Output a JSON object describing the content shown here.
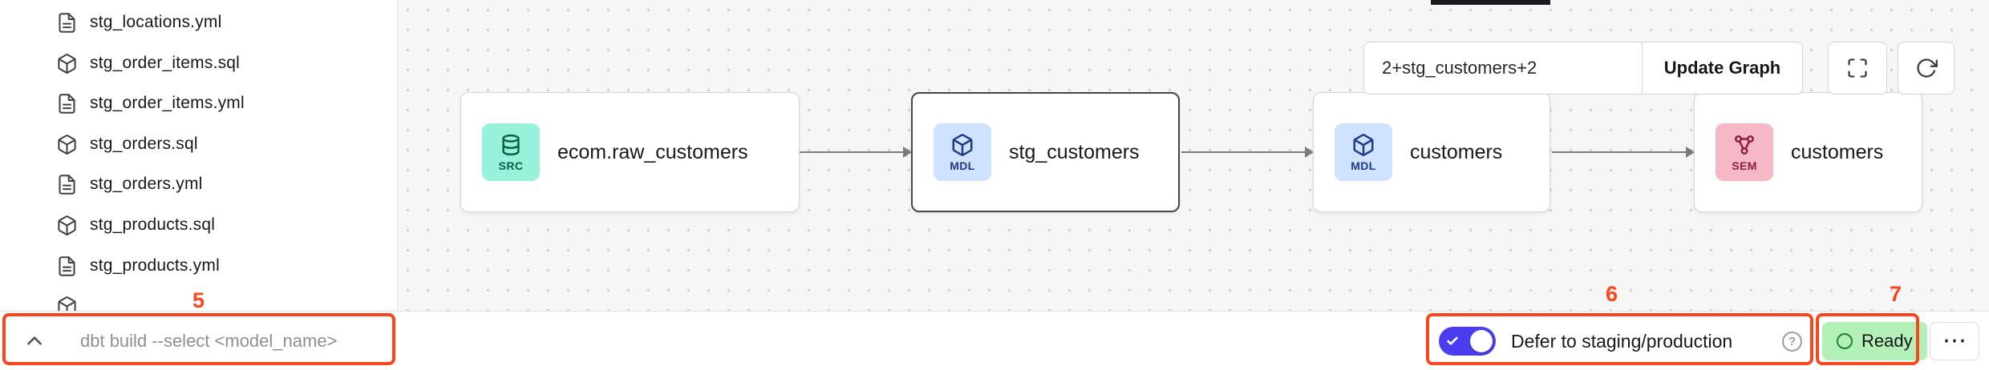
{
  "sidebar": {
    "files": [
      {
        "name": "stg_locations.yml",
        "type": "yml"
      },
      {
        "name": "stg_order_items.sql",
        "type": "sql"
      },
      {
        "name": "stg_order_items.yml",
        "type": "yml"
      },
      {
        "name": "stg_orders.sql",
        "type": "sql"
      },
      {
        "name": "stg_orders.yml",
        "type": "yml"
      },
      {
        "name": "stg_products.sql",
        "type": "sql"
      },
      {
        "name": "stg_products.yml",
        "type": "yml"
      }
    ]
  },
  "graph": {
    "selector_value": "2+stg_customers+2",
    "update_button_label": "Update Graph",
    "nodes": [
      {
        "badge": "SRC",
        "label": "ecom.raw_customers",
        "type": "source",
        "selected": false
      },
      {
        "badge": "MDL",
        "label": "stg_customers",
        "type": "model",
        "selected": true
      },
      {
        "badge": "MDL",
        "label": "customers",
        "type": "model",
        "selected": false
      },
      {
        "badge": "SEM",
        "label": "customers",
        "type": "semantic_model",
        "selected": false
      }
    ]
  },
  "bottom_bar": {
    "command_placeholder": "dbt build --select <model_name>",
    "defer_label": "Defer to staging/production",
    "defer_enabled": true,
    "help_glyph": "?",
    "status": "Ready",
    "more_label": "⋯"
  },
  "annotations": {
    "n5": "5",
    "n6": "6",
    "n7": "7"
  },
  "colors": {
    "annotation": "#f9461c",
    "toggle_on": "#4a3df0",
    "ready_bg": "#b2f0b7",
    "ready_dot": "#188038",
    "src_bg": "#98f1da",
    "src_fg": "#0e5f46",
    "mdl_bg": "#cfe2ff",
    "mdl_fg": "#1f3b8c",
    "sem_bg": "#f6b8c4",
    "sem_fg": "#8f1d3f"
  }
}
